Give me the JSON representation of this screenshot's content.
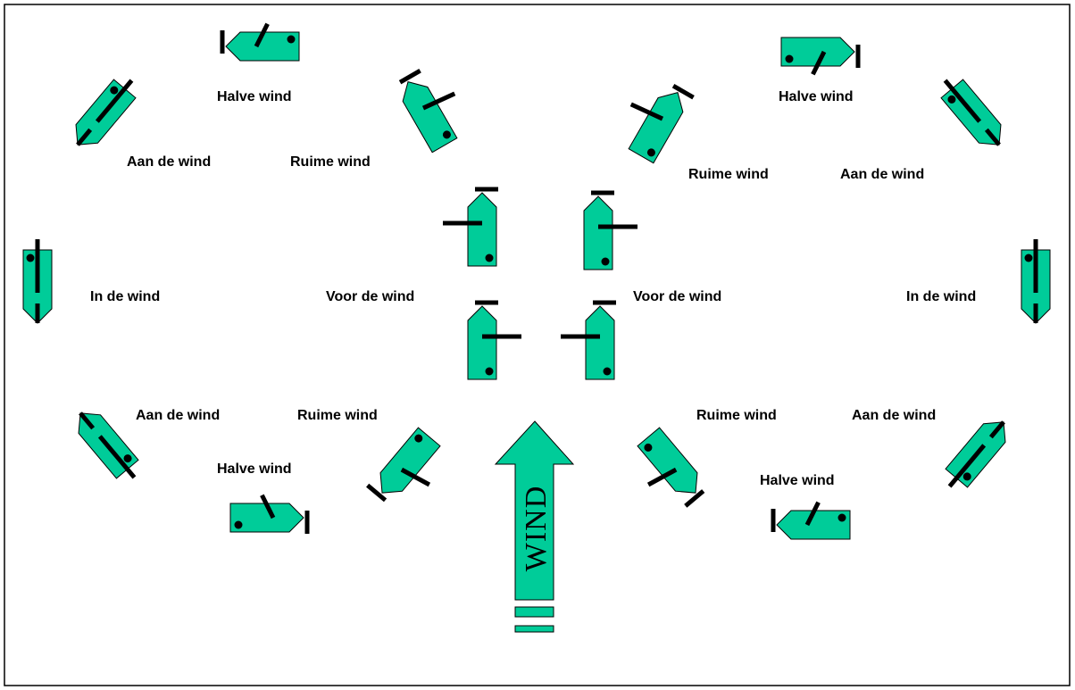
{
  "colors": {
    "boat": "#00CC99",
    "outline": "#000000",
    "background": "#FFFFFF"
  },
  "wind_label": "WIND",
  "labels": {
    "halve_wind": "Halve wind",
    "aan_de_wind": "Aan de wind",
    "ruime_wind": "Ruime wind",
    "in_de_wind": "In de wind",
    "voor_de_wind": "Voor de wind"
  }
}
